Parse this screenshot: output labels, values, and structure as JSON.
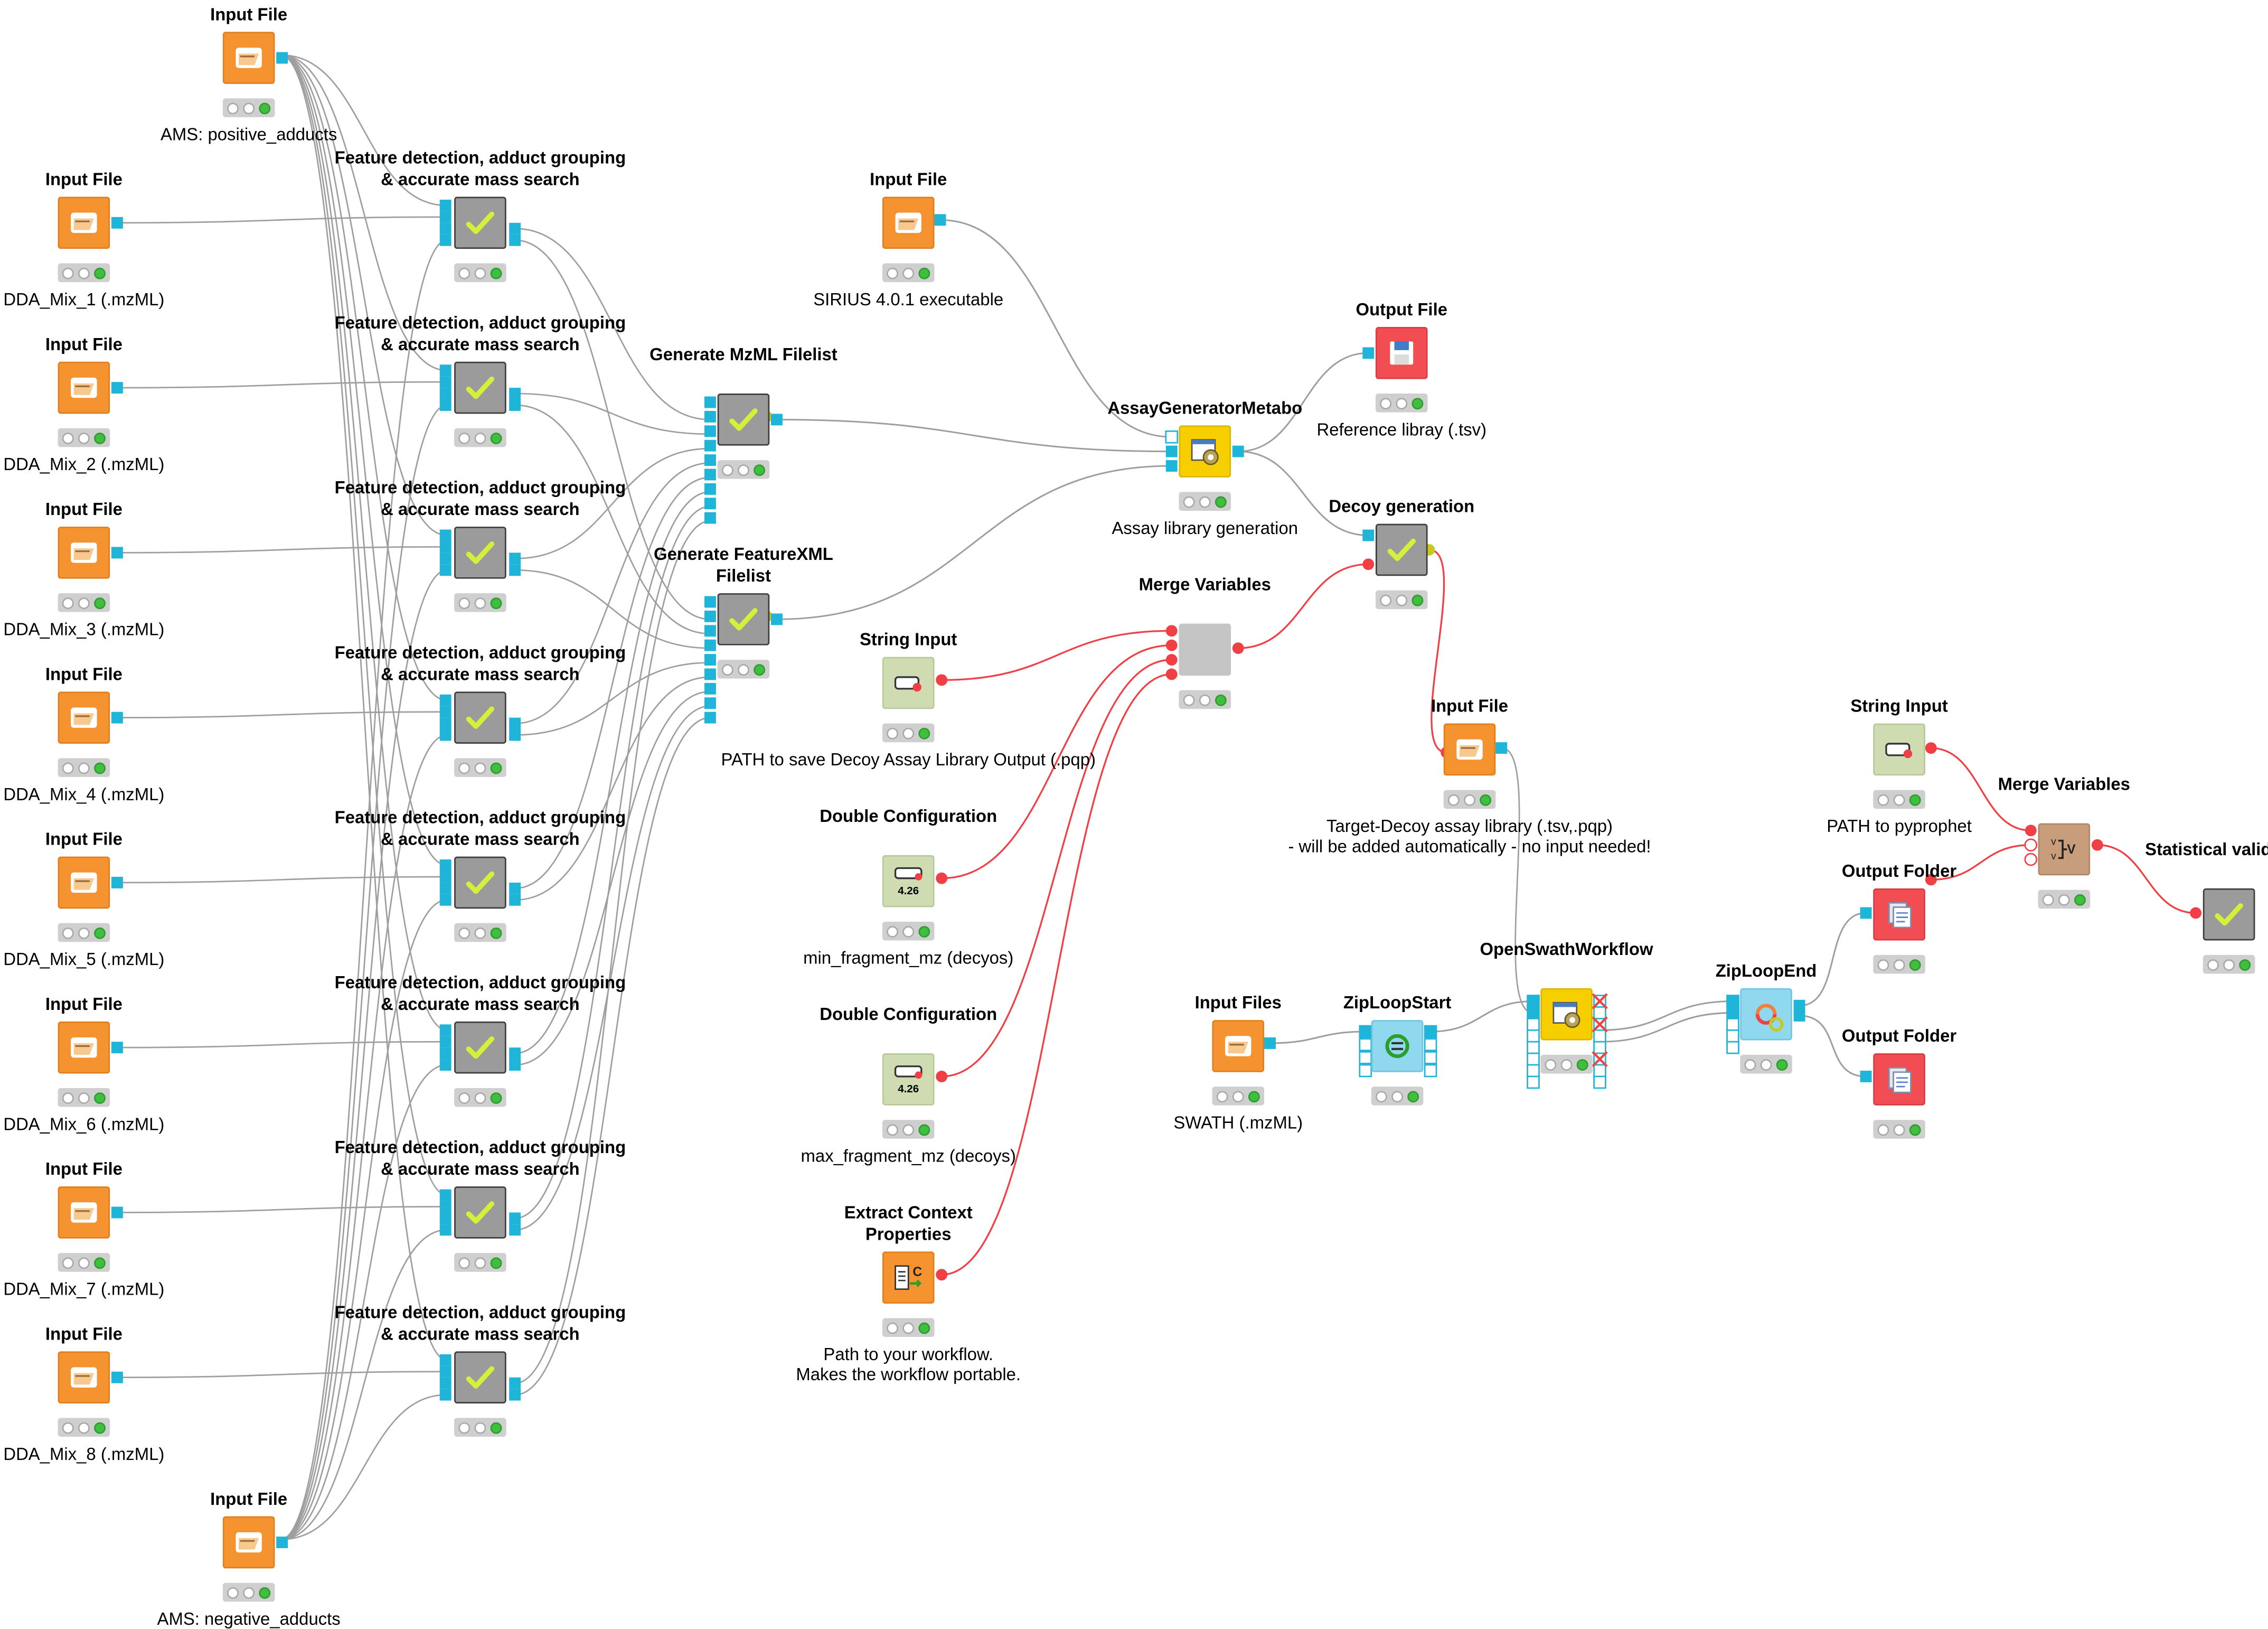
{
  "nodes": {
    "ams_pos": {
      "title": "Input File",
      "caption": "AMS: positive_adducts"
    },
    "dda1": {
      "title": "Input File",
      "caption": "DDA_Mix_1 (.mzML)"
    },
    "dda2": {
      "title": "Input File",
      "caption": "DDA_Mix_2 (.mzML)"
    },
    "dda3": {
      "title": "Input File",
      "caption": "DDA_Mix_3 (.mzML)"
    },
    "dda4": {
      "title": "Input File",
      "caption": "DDA_Mix_4 (.mzML)"
    },
    "dda5": {
      "title": "Input File",
      "caption": "DDA_Mix_5 (.mzML)"
    },
    "dda6": {
      "title": "Input File",
      "caption": "DDA_Mix_6 (.mzML)"
    },
    "dda7": {
      "title": "Input File",
      "caption": "DDA_Mix_7 (.mzML)"
    },
    "dda8": {
      "title": "Input File",
      "caption": "DDA_Mix_8 (.mzML)"
    },
    "ams_neg": {
      "title": "Input File",
      "caption": "AMS: negative_adducts"
    },
    "fd1": {
      "title": "Feature detection, adduct grouping & accurate mass search"
    },
    "fd2": {
      "title": "Feature detection, adduct grouping & accurate mass search"
    },
    "fd3": {
      "title": "Feature detection, adduct grouping & accurate mass search"
    },
    "fd4": {
      "title": "Feature detection, adduct grouping & accurate mass search"
    },
    "fd5": {
      "title": "Feature detection, adduct grouping & accurate mass search"
    },
    "fd6": {
      "title": "Feature detection, adduct grouping & accurate mass search"
    },
    "fd7": {
      "title": "Feature detection, adduct grouping & accurate mass search"
    },
    "fd8": {
      "title": "Feature detection, adduct grouping & accurate mass search"
    },
    "mzml_list": {
      "title": "Generate MzML Filelist"
    },
    "fxml_list": {
      "title": "Generate FeatureXML Filelist"
    },
    "sirius": {
      "title": "Input File",
      "caption": "SIRIUS 4.0.1 executable"
    },
    "assaygen": {
      "title": "AssayGeneratorMetabo",
      "caption": "Assay library generation"
    },
    "outfile": {
      "title": "Output File",
      "caption": "Reference libray (.tsv)"
    },
    "decoy": {
      "title": "Decoy generation"
    },
    "mergevars1": {
      "title": "Merge Variables"
    },
    "strinput1": {
      "title": "String Input",
      "caption": "PATH to save Decoy Assay Library Output (.pqp)"
    },
    "dbl1": {
      "title": "Double Configuration",
      "caption": "min_fragment_mz (decyos)",
      "value": "4.26"
    },
    "dbl2": {
      "title": "Double Configuration",
      "caption": "max_fragment_mz (decoys)",
      "value": "4.26"
    },
    "extract": {
      "title": "Extract Context Properties",
      "caption": "Path to your workflow.\nMakes the workflow portable."
    },
    "tdinput": {
      "title": "Input File",
      "caption": "Target-Decoy assay library (.tsv,.pqp)\n- will be added automatically - no input needed!"
    },
    "swath": {
      "title": "Input Files",
      "caption": "SWATH (.mzML)"
    },
    "zipstart": {
      "title": "ZipLoopStart"
    },
    "openswath": {
      "title": "OpenSwathWorkflow"
    },
    "zipend": {
      "title": "ZipLoopEnd"
    },
    "strinput2": {
      "title": "String Input",
      "caption": "PATH to pyprophet"
    },
    "mergevars2": {
      "title": "Merge Variables"
    },
    "outfolder1": {
      "title": "Output Folder"
    },
    "outfolder2": {
      "title": "Output Folder"
    },
    "statval": {
      "title": "Statistical validation"
    }
  },
  "colors": {
    "data_port": "#1fb5d8",
    "flow_var_port": "#f03f45",
    "data_wire": "#9e9e9e",
    "flow_var_wire": "#f03f45",
    "reader_node": "#f59331",
    "meta_node": "#9b9b9b",
    "writer_node": "#f24d53",
    "status_ok": "#3fbe3f"
  },
  "icons": {
    "reader": "folder-open-icon",
    "metanode": "checkmark-icon",
    "writer": "floppy-disk-icon",
    "folder_writer": "folder-copy-icon",
    "tool": "gear-window-icon",
    "string_input": "text-field-icon",
    "double_input": "number-field-icon",
    "extract": "context-properties-icon",
    "loop_start": "loop-start-icon",
    "loop_end": "loop-end-icon",
    "merge_vars": "merge-variables-icon"
  }
}
